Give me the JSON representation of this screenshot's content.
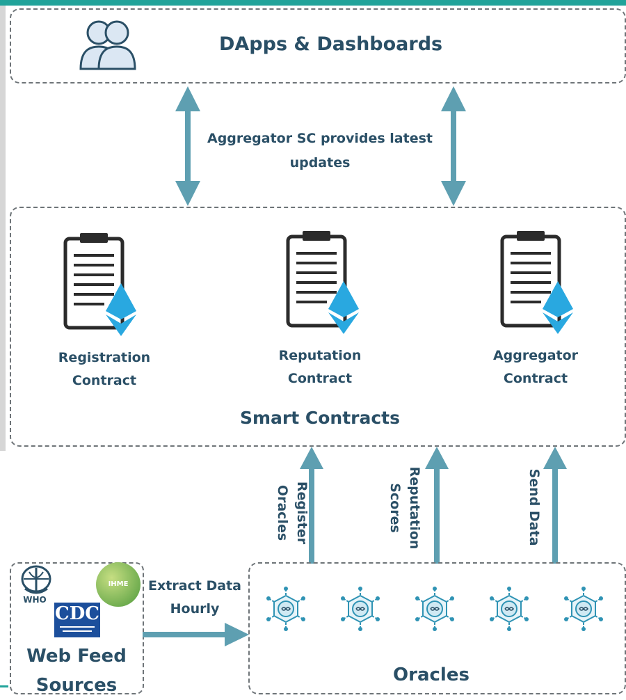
{
  "dapps": {
    "title": "DApps & Dashboards"
  },
  "aggregator_note": "Aggregator SC provides latest updates",
  "contracts": [
    {
      "label": "Registration Contract"
    },
    {
      "label": "Reputation Contract"
    },
    {
      "label": "Aggregator Contract"
    }
  ],
  "smart_contracts": {
    "title": "Smart Contracts"
  },
  "flows": {
    "register": "Register Oracles",
    "reputation": "Reputation Scores",
    "send": "Send Data",
    "extract": "Extract Data Hourly"
  },
  "web_feed": {
    "title": "Web Feed Sources",
    "logos": {
      "who": "WHO",
      "cdc": "CDC",
      "ihme": "IHME"
    }
  },
  "oracles": {
    "title": "Oracles"
  },
  "colors": {
    "text": "#2a4f66",
    "arrow": "#5e9fb1",
    "border": "#6e7478",
    "eth": "#29a8e0",
    "accent": "#21a39a"
  },
  "icons": [
    "users-icon",
    "contract-document-icon",
    "ethereum-icon",
    "oracle-node-icon"
  ]
}
